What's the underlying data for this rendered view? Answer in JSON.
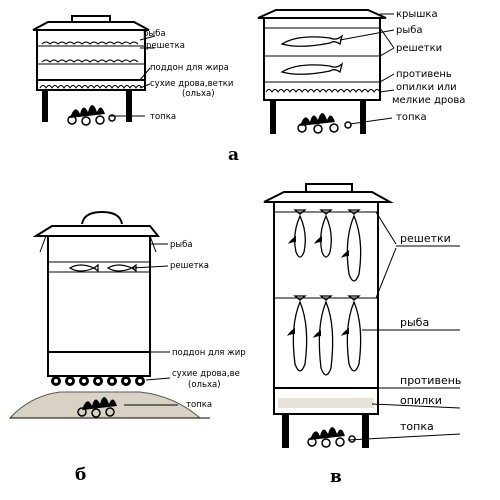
{
  "diagram_a": {
    "caption": "а",
    "left_labels": {
      "fish": "рыба",
      "grate": "решетка",
      "grease_tray": "поддон для жира",
      "dry_wood": "сухие дрова,ветки",
      "dry_wood_2": "(ольха)",
      "firebox": "топка"
    },
    "right_labels": {
      "lid": "крышка",
      "fish": "рыба",
      "grates": "решетки",
      "tray": "противень",
      "sawdust": "опилки или",
      "small_wood": "мелкие дрова",
      "firebox": "топка"
    }
  },
  "diagram_b": {
    "caption": "б",
    "labels": {
      "fish": "рыба",
      "grate": "решетка",
      "grease_tray": "поддон для жир",
      "dry_wood": "сухие дрова,ве",
      "dry_wood_2": "(ольха)",
      "firebox": "топка"
    }
  },
  "diagram_c": {
    "caption": "в",
    "labels": {
      "grates": "решетки",
      "fish": "рыба",
      "tray": "противень",
      "sawdust": "опилки",
      "firebox": "топка"
    }
  }
}
